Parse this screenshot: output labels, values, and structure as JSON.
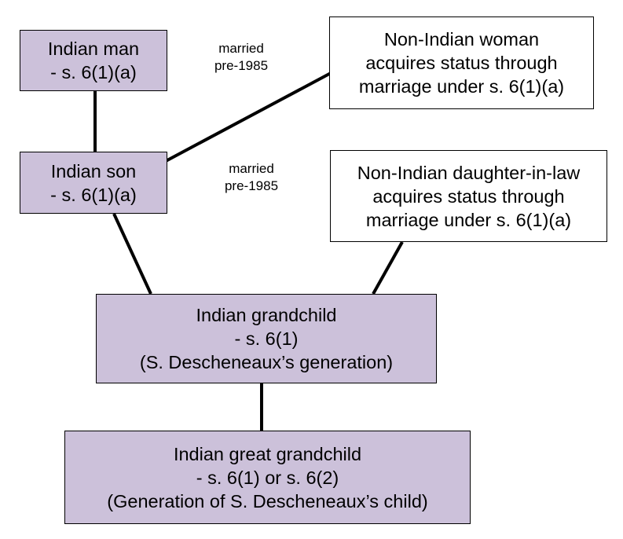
{
  "colors": {
    "indian_fill": "#ccc1da",
    "non_indian_fill": "#ffffff",
    "border": "#000000",
    "connector": "#000000"
  },
  "nodes": {
    "indian_man": {
      "lines": [
        "Indian man",
        "- s. 6(1)(a)"
      ]
    },
    "non_indian_woman": {
      "lines": [
        "Non-Indian woman",
        "acquires status through",
        "marriage under s. 6(1)(a)"
      ]
    },
    "indian_son": {
      "lines": [
        "Indian son",
        "- s. 6(1)(a)"
      ]
    },
    "non_indian_daughter_in_law": {
      "lines": [
        "Non-Indian daughter-in-law",
        "acquires status through",
        "marriage under s. 6(1)(a)"
      ]
    },
    "indian_grandchild": {
      "lines": [
        "Indian grandchild",
        "- s. 6(1)",
        "(S. Descheneaux’s generation)"
      ]
    },
    "indian_great_grandchild": {
      "lines": [
        "Indian great grandchild",
        "- s. 6(1) or s. 6(2)",
        "(Generation of S. Descheneaux’s child)"
      ]
    }
  },
  "notes": {
    "marriage_1": {
      "lines": [
        "married",
        "pre-1985"
      ]
    },
    "marriage_2": {
      "lines": [
        "married",
        "pre-1985"
      ]
    }
  }
}
